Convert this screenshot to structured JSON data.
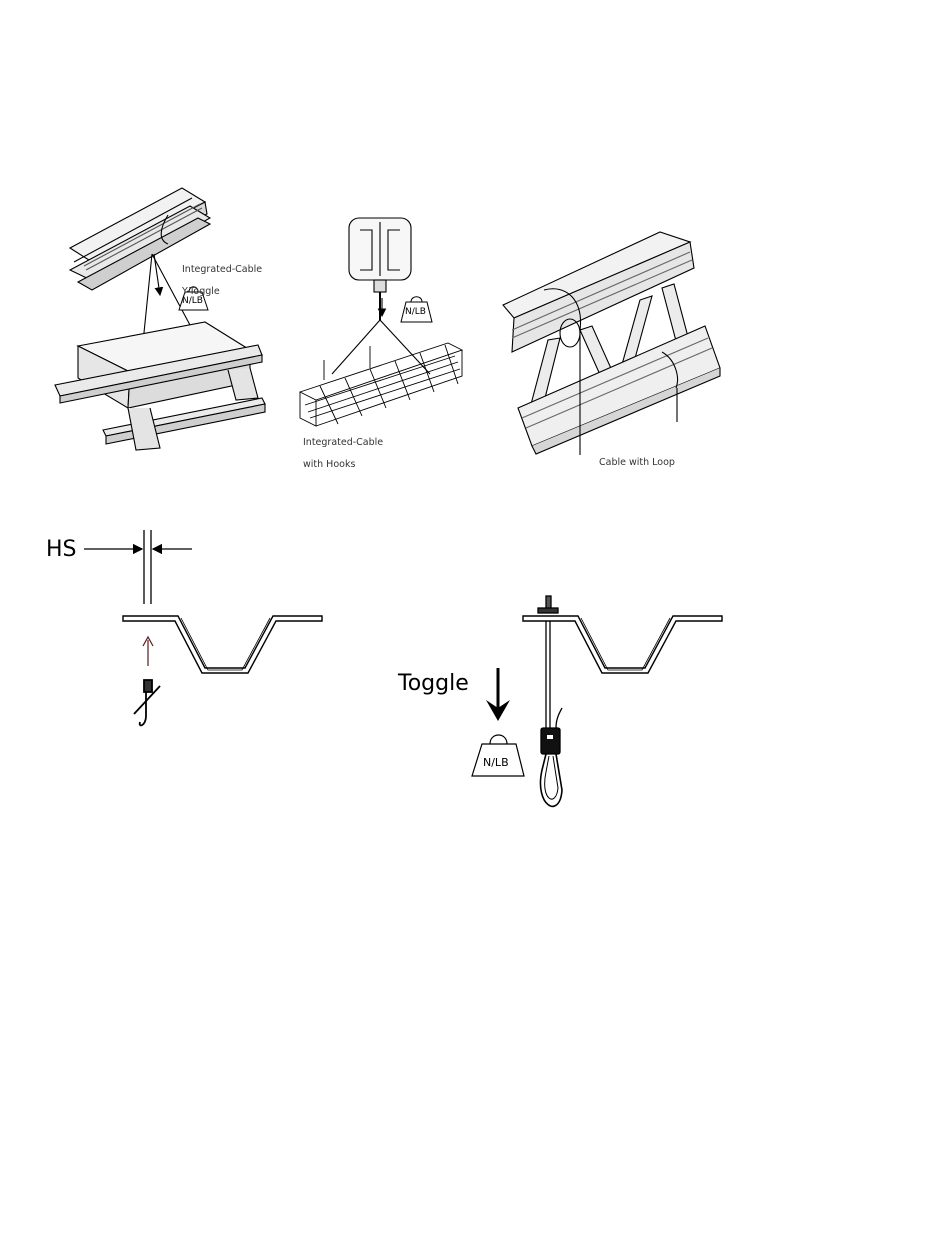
{
  "fig1": {
    "label_line1": "Integrated-Cable",
    "label_line2": "Y-Toggle",
    "weight": "N/LB"
  },
  "fig2": {
    "label_line1": "Integrated-Cable",
    "label_line2": "with Hooks",
    "weight": "N/LB"
  },
  "fig3": {
    "label": "Cable with Loop"
  },
  "fig4": {
    "dimension": "HS"
  },
  "fig5": {
    "toggle": "Toggle",
    "weight": "N/LB"
  },
  "colors": {
    "line": "#000000",
    "arrow_accent": "#5a1a1a"
  }
}
